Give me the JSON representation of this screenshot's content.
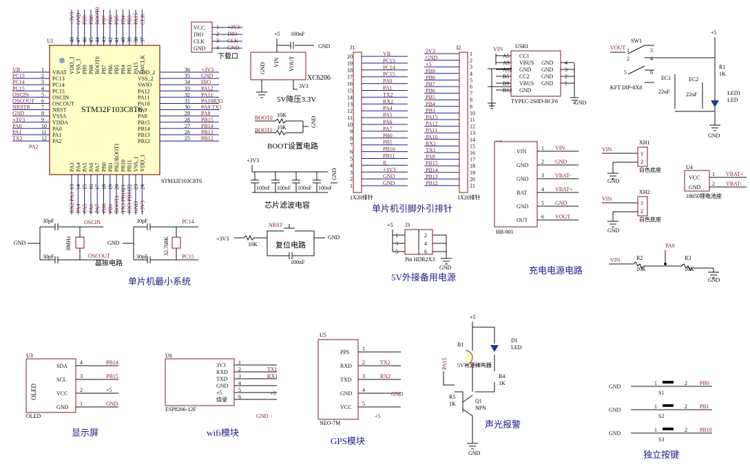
{
  "colors": {
    "chip_fill": "#ffffc8",
    "chip_stroke": "#7a1a1a",
    "wire": "#111111",
    "net_line": "#1a1a8a",
    "net_label": "#7a1a1a",
    "section_title": "#1a1a8a"
  },
  "sections": {
    "mcu_min": "单片机最小系统",
    "crystal": "晶振电路",
    "download": "下载口",
    "ldo": "5V降压3.3V",
    "boot": "BOOT设置电路",
    "filter": "芯片滤波电容",
    "reset": "复位电路",
    "header_title": "单片机引脚外引排针",
    "ext5v": "5V外接备用电源",
    "charge": "充电电源电路",
    "white_socket1": "白色底座",
    "white_socket2": "白色底座",
    "battery": "18650锂电池座",
    "oled": "显示屏",
    "wifi": "wifi模块",
    "gps": "GPS模块",
    "alarm": "声光报警",
    "keys": "独立按键",
    "buzzer": "5V有源蜂鸣器"
  },
  "u1": {
    "ref": "U1",
    "name": "STM32F103C8T6",
    "part": "STM32F103C8T6",
    "left": [
      [
        "1",
        "VBAT",
        "VB"
      ],
      [
        "2",
        "PC13",
        "PC13"
      ],
      [
        "3",
        "PC14",
        "PC14"
      ],
      [
        "4",
        "PC15",
        "PC15"
      ],
      [
        "5",
        "OSCIN",
        "OSCIN"
      ],
      [
        "6",
        "OSCOUT",
        "OSCOUT"
      ],
      [
        "7",
        "NRST",
        "NRSTR"
      ],
      [
        "8",
        "VSSA",
        "GND"
      ],
      [
        "9",
        "VDDA",
        "+3V3"
      ],
      [
        "10",
        "PA0",
        "PA0"
      ],
      [
        "11",
        "PA1",
        "PA1"
      ],
      [
        "12",
        "PA2",
        "TX2"
      ]
    ],
    "left_extra": "PA2",
    "right": [
      [
        "36",
        "VDD_2",
        "+3V3"
      ],
      [
        "35",
        "VSS_2",
        "GND"
      ],
      [
        "34",
        "SWIO",
        "DIO"
      ],
      [
        "33",
        "PA12",
        "PA12"
      ],
      [
        "32",
        "PA11",
        "PA11"
      ],
      [
        "31",
        "PA10",
        "PA10RX1"
      ],
      [
        "30",
        "PA9",
        "PA9 TX1"
      ],
      [
        "29",
        "PA8",
        "PA8"
      ],
      [
        "28",
        "PB15",
        "PB15"
      ],
      [
        "27",
        "PB14",
        "PB14"
      ],
      [
        "26",
        "PB13",
        "PB13"
      ],
      [
        "25",
        "PB12",
        "PB12"
      ]
    ],
    "top": [
      [
        "48",
        "VDD_3",
        "+3V3"
      ],
      [
        "47",
        "VSS_3",
        "GND"
      ],
      [
        "46",
        "PB9",
        "PB9"
      ],
      [
        "45",
        "PB8",
        "PB8"
      ],
      [
        "44",
        "BOOT0",
        "BOOT0"
      ],
      [
        "43",
        "PB7",
        "PB7"
      ],
      [
        "42",
        "PB6",
        "PB6"
      ],
      [
        "41",
        "PB5",
        "PB5"
      ],
      [
        "40",
        "PB4",
        "PB4"
      ],
      [
        "39",
        "PB3",
        "PB3"
      ],
      [
        "38",
        "PA15",
        "PA15"
      ],
      [
        "37",
        "SWCLK",
        "CLK"
      ]
    ],
    "bottom": [
      [
        "13",
        "PA3",
        "RX2 PA3"
      ],
      [
        "14",
        "PA4",
        "PA4"
      ],
      [
        "15",
        "PA5",
        "PA5"
      ],
      [
        "16",
        "PA6",
        "PA6"
      ],
      [
        "17",
        "PA7",
        "PA7"
      ],
      [
        "18",
        "PB0",
        "PB0"
      ],
      [
        "19",
        "PB1",
        "PB1"
      ],
      [
        "20",
        "PB2/BOOT1",
        "BOOT1"
      ],
      [
        "21",
        "PB10",
        "TX3 PB10"
      ],
      [
        "22",
        "PB11",
        "RX3 PB11"
      ],
      [
        "23",
        "VSS_1",
        "GND"
      ],
      [
        "24",
        "VDD_1",
        "+3V3"
      ]
    ]
  },
  "download": {
    "pins": [
      "VCC",
      "DIO",
      "CLK",
      "GND"
    ],
    "nets": [
      "+3V3",
      "DIO",
      "CLK",
      "GND"
    ],
    "nums": [
      "1",
      "2",
      "3",
      "4"
    ]
  },
  "ldo": {
    "plus5": "+5",
    "cap": "100nF",
    "gnd": "GND",
    "vin": "VIN",
    "vout": "VOUT",
    "gndpin": "GND",
    "part": "XC6206",
    "out": "3V3"
  },
  "boot": {
    "b0": "BOOT0",
    "b1": "BOOT1",
    "r": "10K",
    "gnd": "GND"
  },
  "filt": {
    "v": "+3V3",
    "caps": [
      "100nF",
      "100nF",
      "100nF",
      "100nF"
    ],
    "gnd": "GND"
  },
  "crystal": {
    "c": "30pF",
    "oscin": "OSCIN",
    "oscout": "OSCOUT",
    "x1": "8MHz",
    "x2": "32.768K",
    "pc14": "PC14",
    "pc15": "PC15",
    "gnd": "GND"
  },
  "reset": {
    "v": "+3V3",
    "r": "10K",
    "nrst": "NRST",
    "cap": "100nF",
    "gnd": "GND"
  },
  "j1": {
    "ref": "J1",
    "foot": "1X20排针",
    "rows": [
      [
        "20",
        "VB"
      ],
      [
        "19",
        "PC13"
      ],
      [
        "18",
        "PC14"
      ],
      [
        "17",
        "PC15"
      ],
      [
        "16",
        "PA0"
      ],
      [
        "15",
        "PA1"
      ],
      [
        "14",
        "TX2"
      ],
      [
        "13",
        "RX2"
      ],
      [
        "12",
        "PA4"
      ],
      [
        "11",
        "PA5"
      ],
      [
        "10",
        "PA6"
      ],
      [
        "9",
        "PA7"
      ],
      [
        "8",
        "PB0"
      ],
      [
        "7",
        "PB1"
      ],
      [
        "6",
        "PB10"
      ],
      [
        "5",
        "PB11"
      ],
      [
        "4",
        "R"
      ],
      [
        "3",
        "+3V3"
      ],
      [
        "2",
        "GND"
      ],
      [
        "1",
        "GND"
      ]
    ]
  },
  "j2": {
    "ref": "J2",
    "foot": "1X20排针",
    "rows": [
      [
        "1",
        "3V3"
      ],
      [
        "2",
        "GND"
      ],
      [
        "3",
        "+5"
      ],
      [
        "4",
        "PB9"
      ],
      [
        "5",
        "PB8"
      ],
      [
        "6",
        "PB7"
      ],
      [
        "7",
        "PB6"
      ],
      [
        "8",
        "PB5"
      ],
      [
        "9",
        "PB4"
      ],
      [
        "10",
        "PB3"
      ],
      [
        "11",
        "PA15"
      ],
      [
        "12",
        "PA12"
      ],
      [
        "13",
        "PA11"
      ],
      [
        "14",
        "PA10"
      ],
      [
        "15",
        "RX1"
      ],
      [
        "16",
        "TX1"
      ],
      [
        "17",
        "PA8"
      ],
      [
        "18",
        "PB15"
      ],
      [
        "19",
        "PB14"
      ],
      [
        "20",
        "PB13"
      ],
      [
        "21",
        "PB12"
      ]
    ]
  },
  "usb": {
    "ref": "USB1",
    "part": "TYPEC-2S0D-BCF6",
    "vin": "VIN",
    "pins": [
      "A5",
      "A9",
      "A12",
      "B5",
      "B9",
      "B12"
    ],
    "left": [
      "CC1",
      "VBUS",
      "GND",
      "CC2",
      "VBUS",
      "GND"
    ],
    "right": [
      "GND",
      "GND",
      "GND",
      "GND"
    ],
    "rnum": [
      "4",
      "3",
      "2",
      "1"
    ],
    "gnd": "GND"
  },
  "sw": {
    "ref": "SW1",
    "vout": "VOUT",
    "p": [
      "1",
      "2",
      "3",
      "4",
      "5",
      "6"
    ],
    "part": "KFT DIP-8X8",
    "ec1": "EC1",
    "ec2": "EC2",
    "c1": "22uF",
    "c2": "22uF",
    "r1": "R1",
    "r1v": "1K",
    "led": "LED1",
    "ledl": "LED",
    "plus5": "+5",
    "gnd": "GND"
  },
  "j3": {
    "ref": "J3",
    "part": "Pin HDR2X3",
    "plus5": "+5",
    "l": [
      "1",
      "3",
      "5"
    ],
    "r": [
      "2",
      "4",
      "6"
    ],
    "gnd": "GND"
  },
  "u2": {
    "ref": "U2",
    "part": "HB-001",
    "pins": [
      "VIN",
      "GND",
      "GND",
      "BAT",
      "GND",
      "OUT"
    ],
    "nums": [
      "1",
      "2",
      "3",
      "4",
      "5",
      "6"
    ],
    "nets": [
      "VIN",
      "GND",
      "VBAT-",
      "VBAT+",
      "GND",
      "VOUT"
    ]
  },
  "xh1": {
    "ref": "XH1",
    "vin": "VIN",
    "gnd": "GND",
    "p": [
      "1",
      "2"
    ]
  },
  "xh2": {
    "ref": "XH2",
    "vin": "VIN",
    "gnd": "GND",
    "p": [
      "1",
      "2"
    ]
  },
  "u4": {
    "ref": "U4",
    "pins": [
      "VCC",
      "GND"
    ],
    "nums": [
      "1",
      "2"
    ],
    "nets": [
      "VBAT+",
      "VBAT-"
    ]
  },
  "div": {
    "vin": "VIN",
    "r2": "R2",
    "r2v": "10K",
    "pa0": "PA0",
    "r3": "R3",
    "r3v": "10K",
    "gnd": "GND"
  },
  "u3": {
    "ref": "U3",
    "label": "OLED",
    "foot": "OLED",
    "pins": [
      "SDA",
      "SCL",
      "VCC",
      "GND"
    ],
    "nums": [
      "4",
      "3",
      "2",
      "1"
    ],
    "nets": [
      "PB14",
      "PB15",
      "+5",
      "GND"
    ]
  },
  "u6": {
    "ref": "U6",
    "part": "ESP8266-12F",
    "pins": [
      "3V3",
      "RXD",
      "TXD",
      "GND",
      "+5",
      "烧录"
    ],
    "nums": [
      "1",
      "2",
      "3",
      "4",
      "5",
      "6"
    ],
    "nets": [
      "TX1",
      "RX1",
      "+5",
      "GND"
    ]
  },
  "u5": {
    "ref": "U5",
    "part": "NEO-7M",
    "pins": [
      "PPS",
      "RXD",
      "TXD",
      "GND",
      "VCC"
    ],
    "nums": [
      "1",
      "2",
      "3",
      "4",
      "5"
    ],
    "nets": [
      "TX2",
      "RX2",
      "GND",
      "+5"
    ]
  },
  "alarm": {
    "plus5": "+5",
    "b1": "B1",
    "d1": "D1",
    "led": "LED",
    "r4": "R4",
    "r4v": "1K",
    "r5": "R5",
    "r5v": "1K",
    "q1": "Q1",
    "npn": "NPN",
    "pa15": "PA15",
    "gnd": "GND"
  },
  "keys": [
    {
      "gnd": "GND",
      "s": "S1",
      "p1": "1",
      "p2": "2",
      "net": "PB0"
    },
    {
      "gnd": "GND",
      "s": "S2",
      "p1": "1",
      "p2": "2",
      "net": "PB1"
    },
    {
      "gnd": "GND",
      "s": "S3",
      "p1": "1",
      "p2": "2",
      "net": "PB10"
    }
  ]
}
